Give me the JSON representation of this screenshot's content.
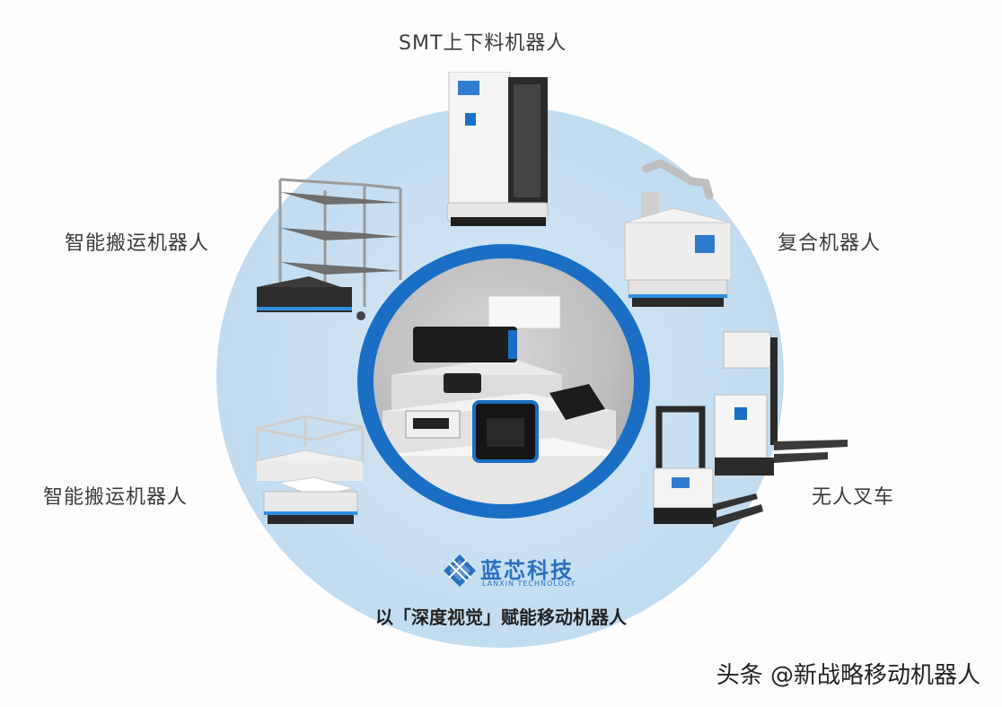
{
  "labels": {
    "smt": "SMT上下料机器人",
    "composite": "复合机器人",
    "forklift": "无人叉车",
    "transport_top": "智能搬运机器人",
    "transport_bottom": "智能搬运机器人"
  },
  "logo": {
    "name_cn": "蓝芯科技",
    "name_en": "LANXIN TECHNOLOGY"
  },
  "slogan": "以「深度视觉」赋能移动机器人",
  "watermark": "头条 @新战略移动机器人",
  "colors": {
    "circle_light": "#c6def1",
    "ring_blue": "#1a6fc4",
    "brand_blue": "#2a6fbe"
  }
}
